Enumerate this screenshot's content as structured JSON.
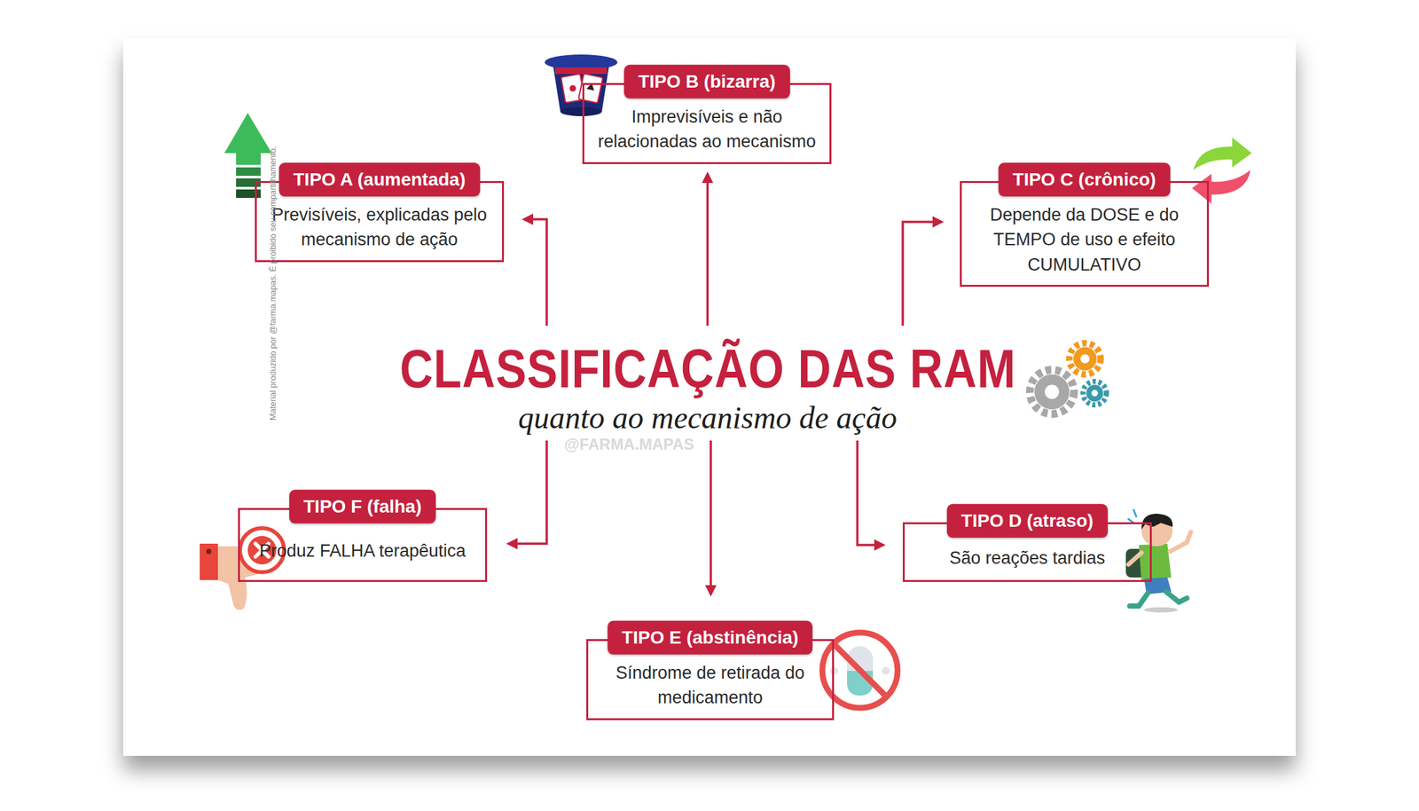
{
  "diagram": {
    "title": "CLASSIFICAÇÃO DAS RAM",
    "caption": "quanto ao mecanismo de ação",
    "nodes": [
      {
        "text": [
          "TIPO A (aumentada)",
          "Previsíveis, explicadas pelo mecanismo de ação"
        ]
      },
      {
        "text": [
          "TIPO B (bizarra)",
          "Imprevisíveis e não relacionadas ao mecanismo"
        ]
      },
      {
        "text": [
          "TIPO C (crônico)",
          "Depende da DOSE e do TEMPO de uso e efeito CUMULATIVO"
        ]
      },
      {
        "text": [
          "TIPO D (atraso)",
          "São reações tardias"
        ]
      },
      {
        "text": [
          "TIPO E (abstinência)",
          "Síndrome de retirada do medicamento"
        ]
      },
      {
        "text": [
          "TIPO F (falha)",
          "Produz FALHA terapêutica"
        ]
      }
    ],
    "labels": [
      "@FARMA.MAPAS",
      "Material produzido por @farma.mapas. É proibido seu compartilhamento."
    ]
  }
}
